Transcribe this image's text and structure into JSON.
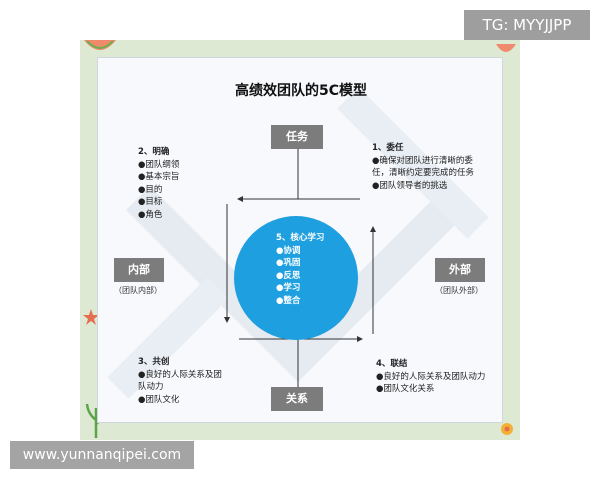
{
  "watermarks": {
    "top_right": "TG: MYYJJPP",
    "bottom_left": "www.yunnanqipei.com"
  },
  "diagram": {
    "title": "高绩效团队的5C模型",
    "nodes": {
      "top": "任务",
      "bottom": "关系",
      "left": "内部",
      "left_sub": "（团队内部）",
      "right": "外部",
      "right_sub": "（团队外部）"
    },
    "center": {
      "title": "5、核心学习",
      "items": [
        "●协调",
        "●巩固",
        "●反思",
        "●学习",
        "●整合"
      ]
    },
    "quadrants": {
      "top_left": {
        "title": "2、明确",
        "items": [
          "●团队纲领",
          "●基本宗旨",
          "●目的",
          "●目标",
          "●角色"
        ]
      },
      "top_right": {
        "title": "1、委任",
        "lines": [
          "●确保对团队进行清晰的委",
          "任，清晰约定要完成的任务",
          "●团队领导者的挑选"
        ]
      },
      "bottom_left": {
        "title": "3、共创",
        "lines": [
          "●良好的人际关系及团",
          "队动力",
          "●团队文化"
        ]
      },
      "bottom_right": {
        "title": "4、联结",
        "lines": [
          "●良好的人际关系及团队动力",
          "●团队文化关系"
        ]
      }
    },
    "colors": {
      "circle": "#1e9fe0",
      "tag": "#7c7c7c",
      "frame": "#dde9d3"
    }
  }
}
